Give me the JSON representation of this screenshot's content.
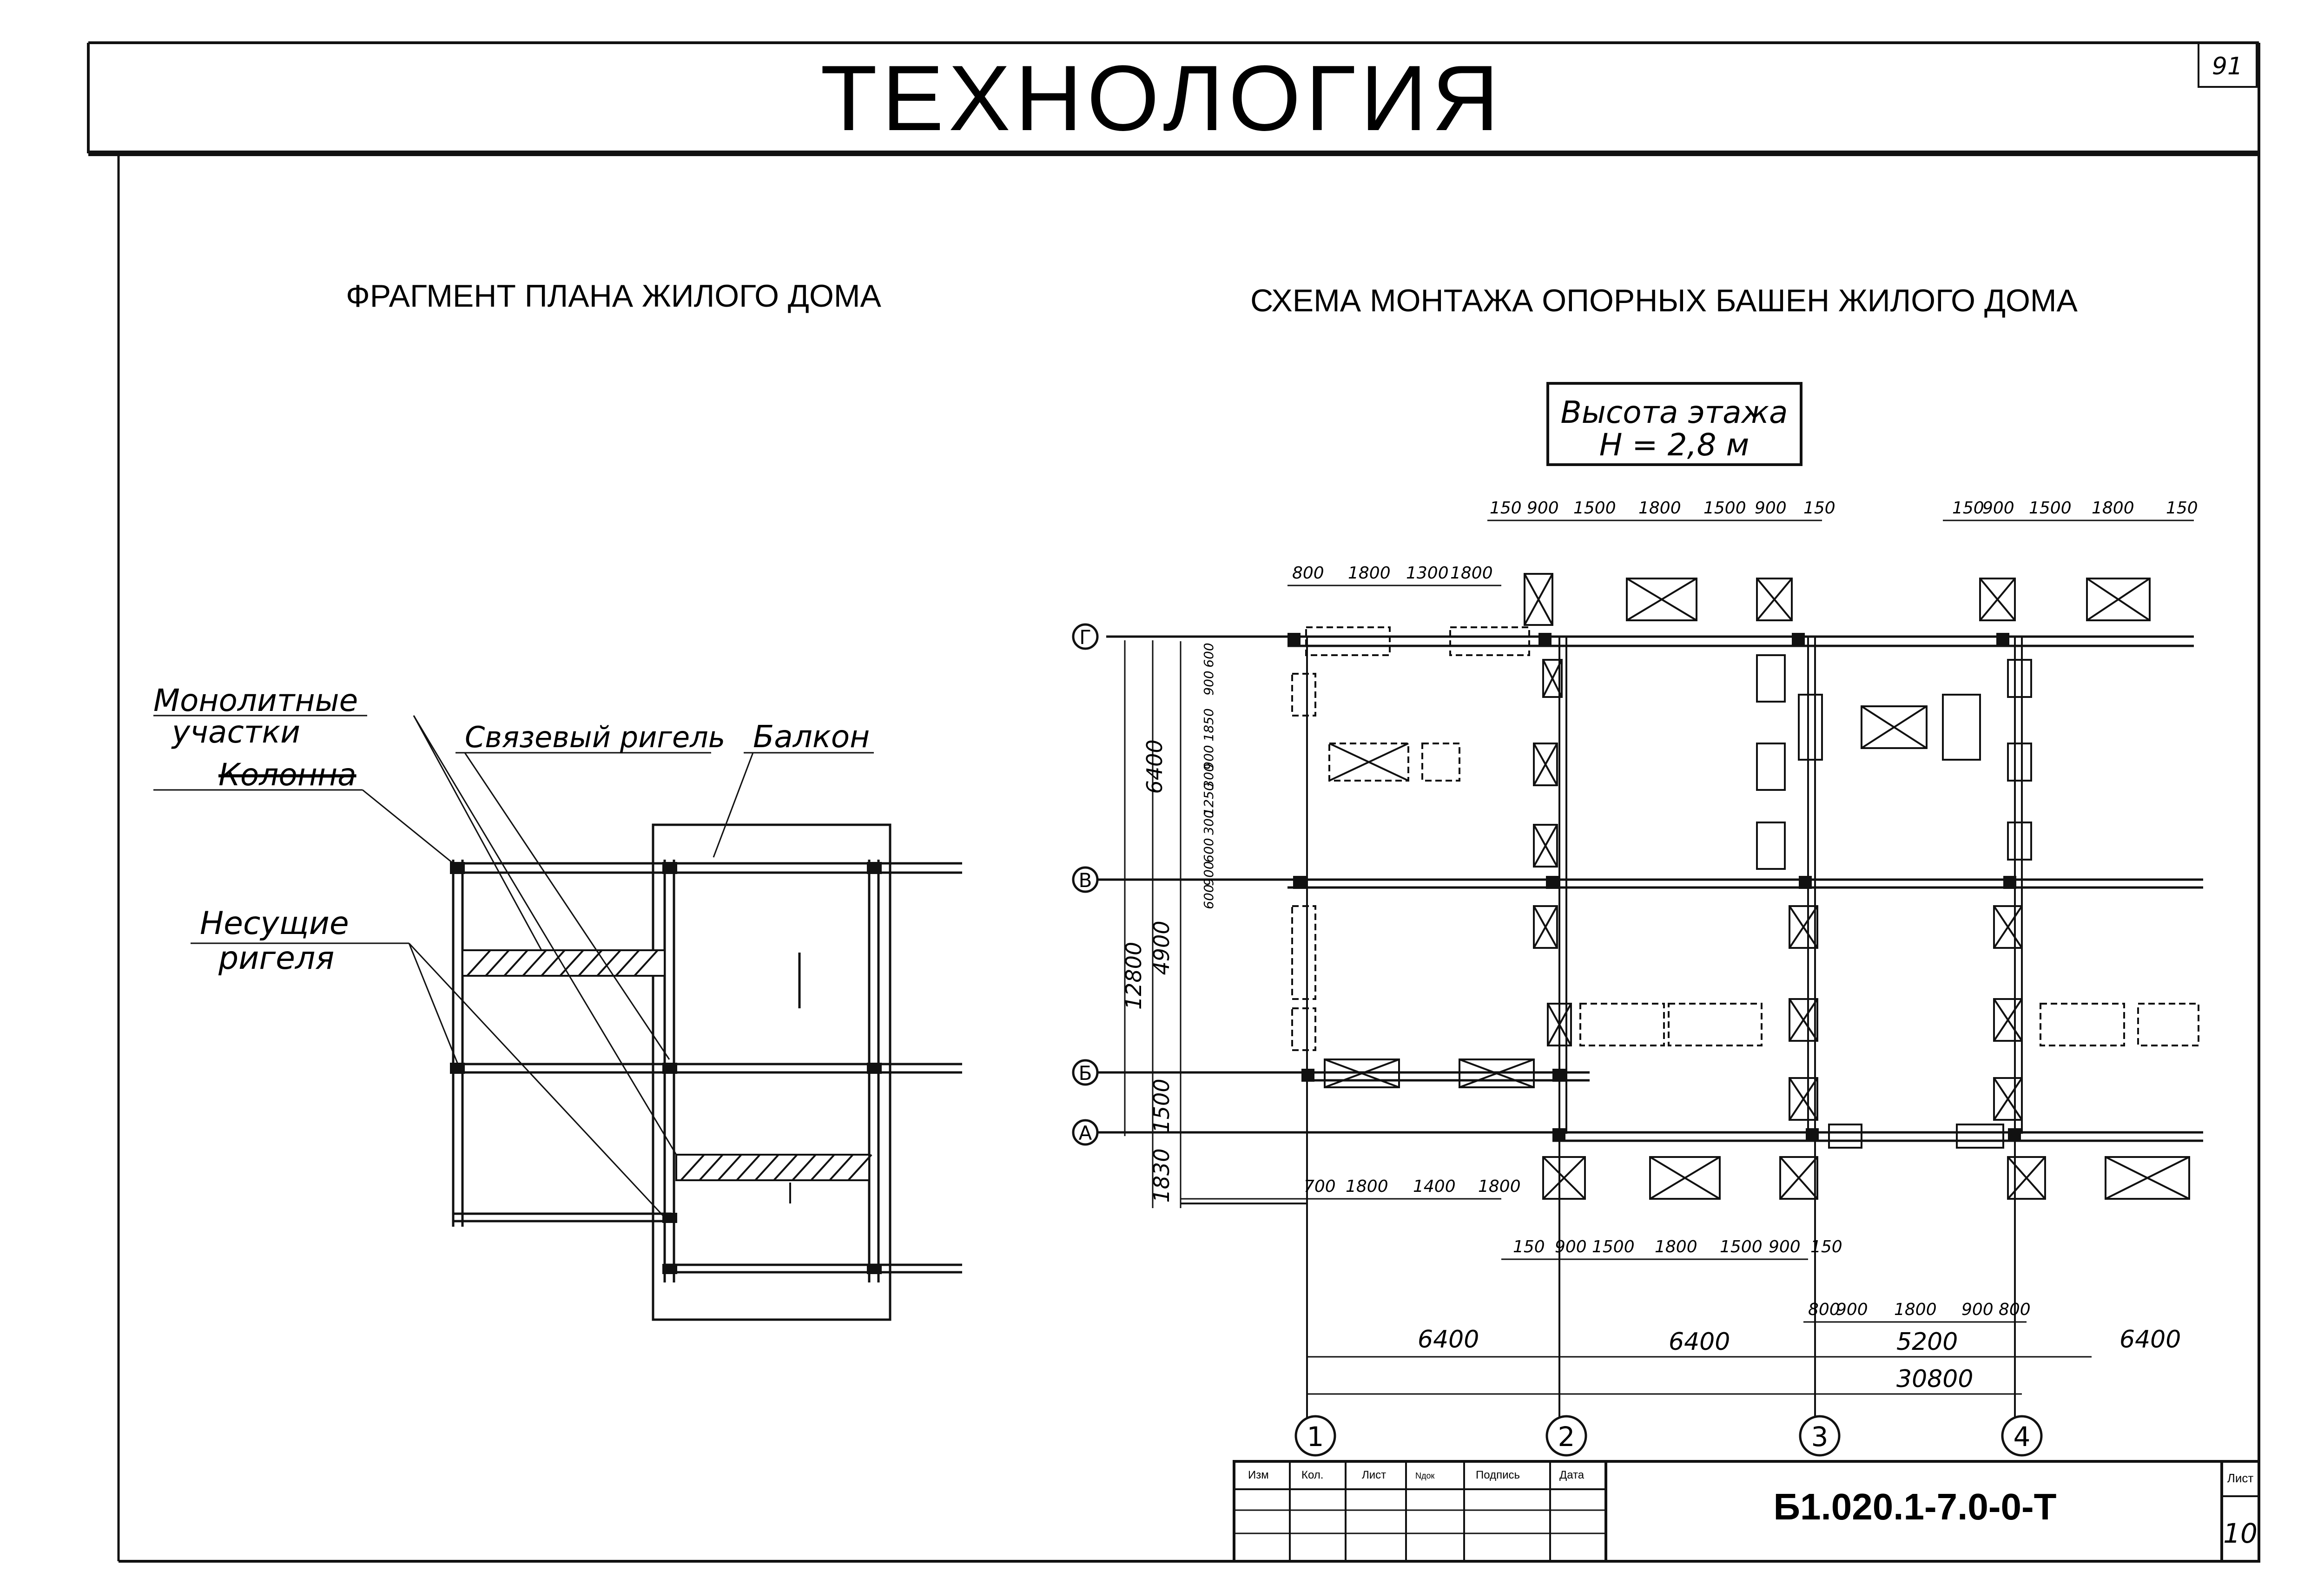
{
  "page_number": "91",
  "sheet_title": "ТЕХНОЛОГИЯ",
  "left_title": "ФРАГМЕНТ ПЛАНА ЖИЛОГО ДОМА",
  "right_title": "СХЕМА МОНТАЖА ОПОРНЫХ БАШЕН ЖИЛОГО ДОМА",
  "floor_height": {
    "line1": "Высота этажа",
    "line2": "Н = 2,8 м"
  },
  "plan_labels": {
    "monolithic_1": "Монолитные",
    "monolithic_2": "участки",
    "column": "Колонна",
    "tie_beam": "Связевый ригель",
    "balcony": "Балкон",
    "bearing_1": "Несущие",
    "bearing_2": "ригеля"
  },
  "axes": {
    "rows": [
      "Г",
      "В",
      "Б",
      "А"
    ],
    "cols": [
      "1",
      "2",
      "3",
      "4"
    ]
  },
  "dims": {
    "top_left": [
      "150",
      "900",
      "1500",
      "1800",
      "1500",
      "900",
      "150"
    ],
    "top_right": [
      "150",
      "900",
      "1500",
      "1800",
      "150"
    ],
    "upper_small": [
      "800",
      "1800",
      "1300",
      "1800"
    ],
    "lower_small": [
      "700",
      "1800",
      "1400",
      "1800"
    ],
    "bottom_mid": [
      "150",
      "900",
      "1500",
      "1800",
      "1500",
      "900",
      "150"
    ],
    "bottom_right": [
      "800",
      "900",
      "1800",
      "900",
      "800"
    ],
    "spans": [
      "6400",
      "6400",
      "5200",
      "6400"
    ],
    "total": "30800",
    "vert_big": [
      "6400",
      "4900",
      "1500",
      "1830"
    ],
    "vert_total": "12800",
    "vert_small": [
      "600",
      "900",
      "1850",
      "900",
      "300",
      "1250",
      "300",
      "600",
      "900",
      "600"
    ]
  },
  "title_block": {
    "cols": [
      "Изм",
      "Кол.",
      "Лист",
      "Nдок",
      "Подпись",
      "Дата"
    ],
    "code": "Б1.020.1-7.0-0-Т",
    "sheet_label": "Лист",
    "sheet_no": "10"
  }
}
